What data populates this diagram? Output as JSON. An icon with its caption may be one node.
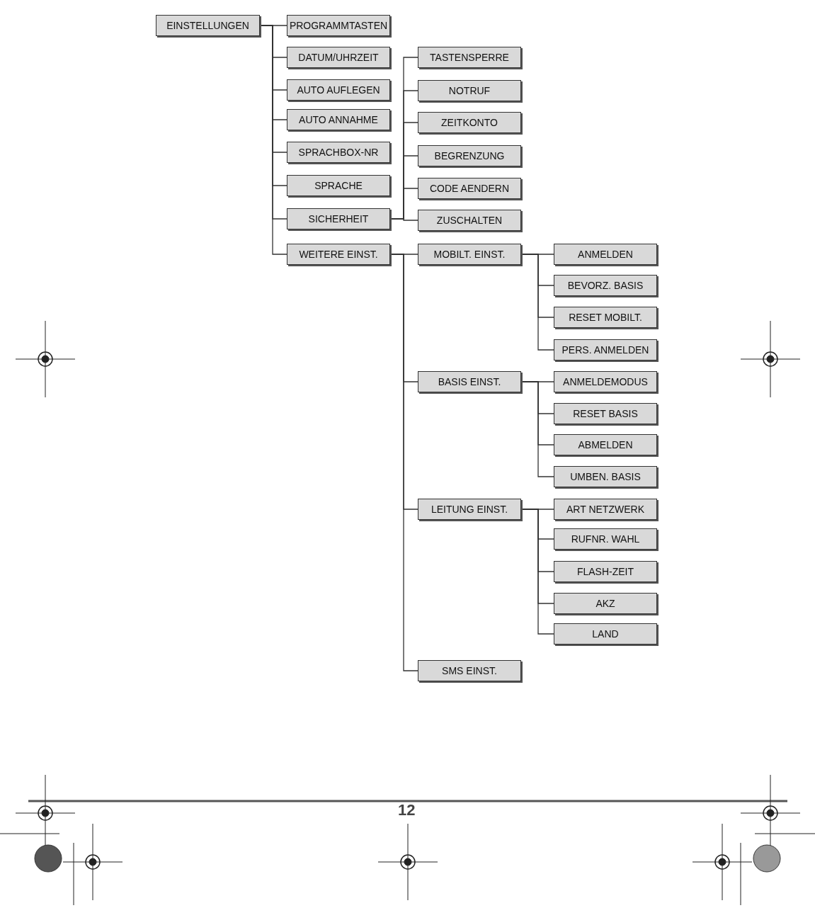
{
  "diagram": {
    "nodes": [
      {
        "text": [
          "EINSTELLUNGEN"
        ]
      },
      {
        "text": [
          "PROGRAMMTASTEN"
        ]
      },
      {
        "text": [
          "DATUM/UHRZEIT"
        ]
      },
      {
        "text": [
          "AUTO AUFLEGEN"
        ]
      },
      {
        "text": [
          "AUTO ANNAHME"
        ]
      },
      {
        "text": [
          "SPRACHBOX-NR"
        ]
      },
      {
        "text": [
          "SPRACHE"
        ]
      },
      {
        "text": [
          "SICHERHEIT"
        ]
      },
      {
        "text": [
          "WEITERE EINST."
        ]
      },
      {
        "text": [
          "TASTENSPERRE"
        ]
      },
      {
        "text": [
          "NOTRUF"
        ]
      },
      {
        "text": [
          "ZEITKONTO"
        ]
      },
      {
        "text": [
          "BEGRENZUNG"
        ]
      },
      {
        "text": [
          "CODE AENDERN"
        ]
      },
      {
        "text": [
          "ZUSCHALTEN"
        ]
      },
      {
        "text": [
          "MOBILT. EINST."
        ]
      },
      {
        "text": [
          "ANMELDEN"
        ]
      },
      {
        "text": [
          "BEVORZ. BASIS"
        ]
      },
      {
        "text": [
          "RESET MOBILT."
        ]
      },
      {
        "text": [
          "PERS. ANMELDEN"
        ]
      },
      {
        "text": [
          "BASIS EINST."
        ]
      },
      {
        "text": [
          "ANMELDEMODUS"
        ]
      },
      {
        "text": [
          "RESET BASIS"
        ]
      },
      {
        "text": [
          "ABMELDEN"
        ]
      },
      {
        "text": [
          "UMBEN. BASIS"
        ]
      },
      {
        "text": [
          "LEITUNG EINST."
        ]
      },
      {
        "text": [
          "ART NETZWERK"
        ]
      },
      {
        "text": [
          "RUFNR. WAHL"
        ]
      },
      {
        "text": [
          "FLASH-ZEIT"
        ]
      },
      {
        "text": [
          "AKZ"
        ]
      },
      {
        "text": [
          "LAND"
        ]
      },
      {
        "text": [
          "SMS EINST."
        ]
      }
    ],
    "edges": [
      {
        "from": 0,
        "to": 1,
        "arrow": "none"
      },
      {
        "from": 0,
        "to": 2,
        "arrow": "none"
      },
      {
        "from": 0,
        "to": 3,
        "arrow": "none"
      },
      {
        "from": 0,
        "to": 4,
        "arrow": "none"
      },
      {
        "from": 0,
        "to": 5,
        "arrow": "none"
      },
      {
        "from": 0,
        "to": 6,
        "arrow": "none"
      },
      {
        "from": 0,
        "to": 7,
        "arrow": "none"
      },
      {
        "from": 0,
        "to": 8,
        "arrow": "none"
      },
      {
        "from": 7,
        "to": 9,
        "arrow": "none"
      },
      {
        "from": 7,
        "to": 10,
        "arrow": "none"
      },
      {
        "from": 7,
        "to": 11,
        "arrow": "none"
      },
      {
        "from": 7,
        "to": 12,
        "arrow": "none"
      },
      {
        "from": 7,
        "to": 13,
        "arrow": "none"
      },
      {
        "from": 7,
        "to": 14,
        "arrow": "none"
      },
      {
        "from": 8,
        "to": 15,
        "arrow": "none"
      },
      {
        "from": 8,
        "to": 20,
        "arrow": "none"
      },
      {
        "from": 8,
        "to": 25,
        "arrow": "none"
      },
      {
        "from": 8,
        "to": 31,
        "arrow": "none"
      },
      {
        "from": 15,
        "to": 16,
        "arrow": "none"
      },
      {
        "from": 15,
        "to": 17,
        "arrow": "none"
      },
      {
        "from": 15,
        "to": 18,
        "arrow": "none"
      },
      {
        "from": 15,
        "to": 19,
        "arrow": "none"
      },
      {
        "from": 20,
        "to": 21,
        "arrow": "none"
      },
      {
        "from": 20,
        "to": 22,
        "arrow": "none"
      },
      {
        "from": 20,
        "to": 23,
        "arrow": "none"
      },
      {
        "from": 20,
        "to": 24,
        "arrow": "none"
      },
      {
        "from": 25,
        "to": 26,
        "arrow": "none"
      },
      {
        "from": 25,
        "to": 27,
        "arrow": "none"
      },
      {
        "from": 25,
        "to": 28,
        "arrow": "none"
      },
      {
        "from": 25,
        "to": 29,
        "arrow": "none"
      },
      {
        "from": 25,
        "to": 30,
        "arrow": "none"
      }
    ],
    "labels": [
      "12"
    ]
  }
}
